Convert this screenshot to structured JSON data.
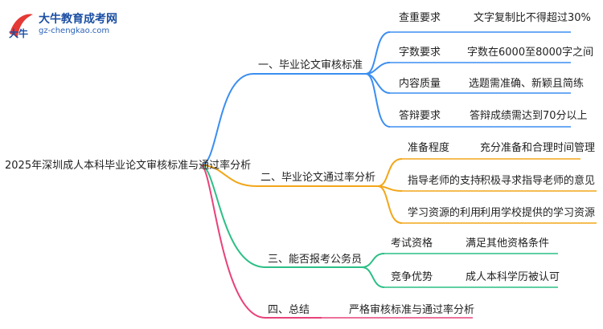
{
  "logo": {
    "mark_text": "大牛",
    "site_name": "大牛教育成考网",
    "url": "gz-chengkao.com"
  },
  "root": "2025年深圳成人本科毕业论文审核标准与通过率分析",
  "branches": [
    {
      "label": "一、毕业论文审核标准",
      "color": "#3b8ef0",
      "items": [
        {
          "key": "查重要求",
          "value": "文字复制比不得超过30%"
        },
        {
          "key": "字数要求",
          "value": "字数在6000至8000字之间"
        },
        {
          "key": "内容质量",
          "value": "选题需准确、新颖且简练"
        },
        {
          "key": "答辩要求",
          "value": "答辩成绩需达到70分以上"
        }
      ]
    },
    {
      "label": "二、毕业论文通过率分析",
      "color": "#f2a618",
      "items": [
        {
          "key": "准备程度",
          "value": "充分准备和合理时间管理"
        },
        {
          "key": "指导老师的支持",
          "value": "积极寻求指导老师的意见"
        },
        {
          "key": "学习资源的利用",
          "value": "利用学校提供的学习资源"
        }
      ]
    },
    {
      "label": "三、能否报考公务员",
      "color": "#2cbf86",
      "items": [
        {
          "key": "考试资格",
          "value": "满足其他资格条件"
        },
        {
          "key": "竞争优势",
          "value": "成人本科学历被认可"
        }
      ]
    },
    {
      "label": "四、总结",
      "color": "#e8427a",
      "items": [
        {
          "key": "严格审核标准与通过率分析",
          "value": ""
        }
      ]
    }
  ]
}
